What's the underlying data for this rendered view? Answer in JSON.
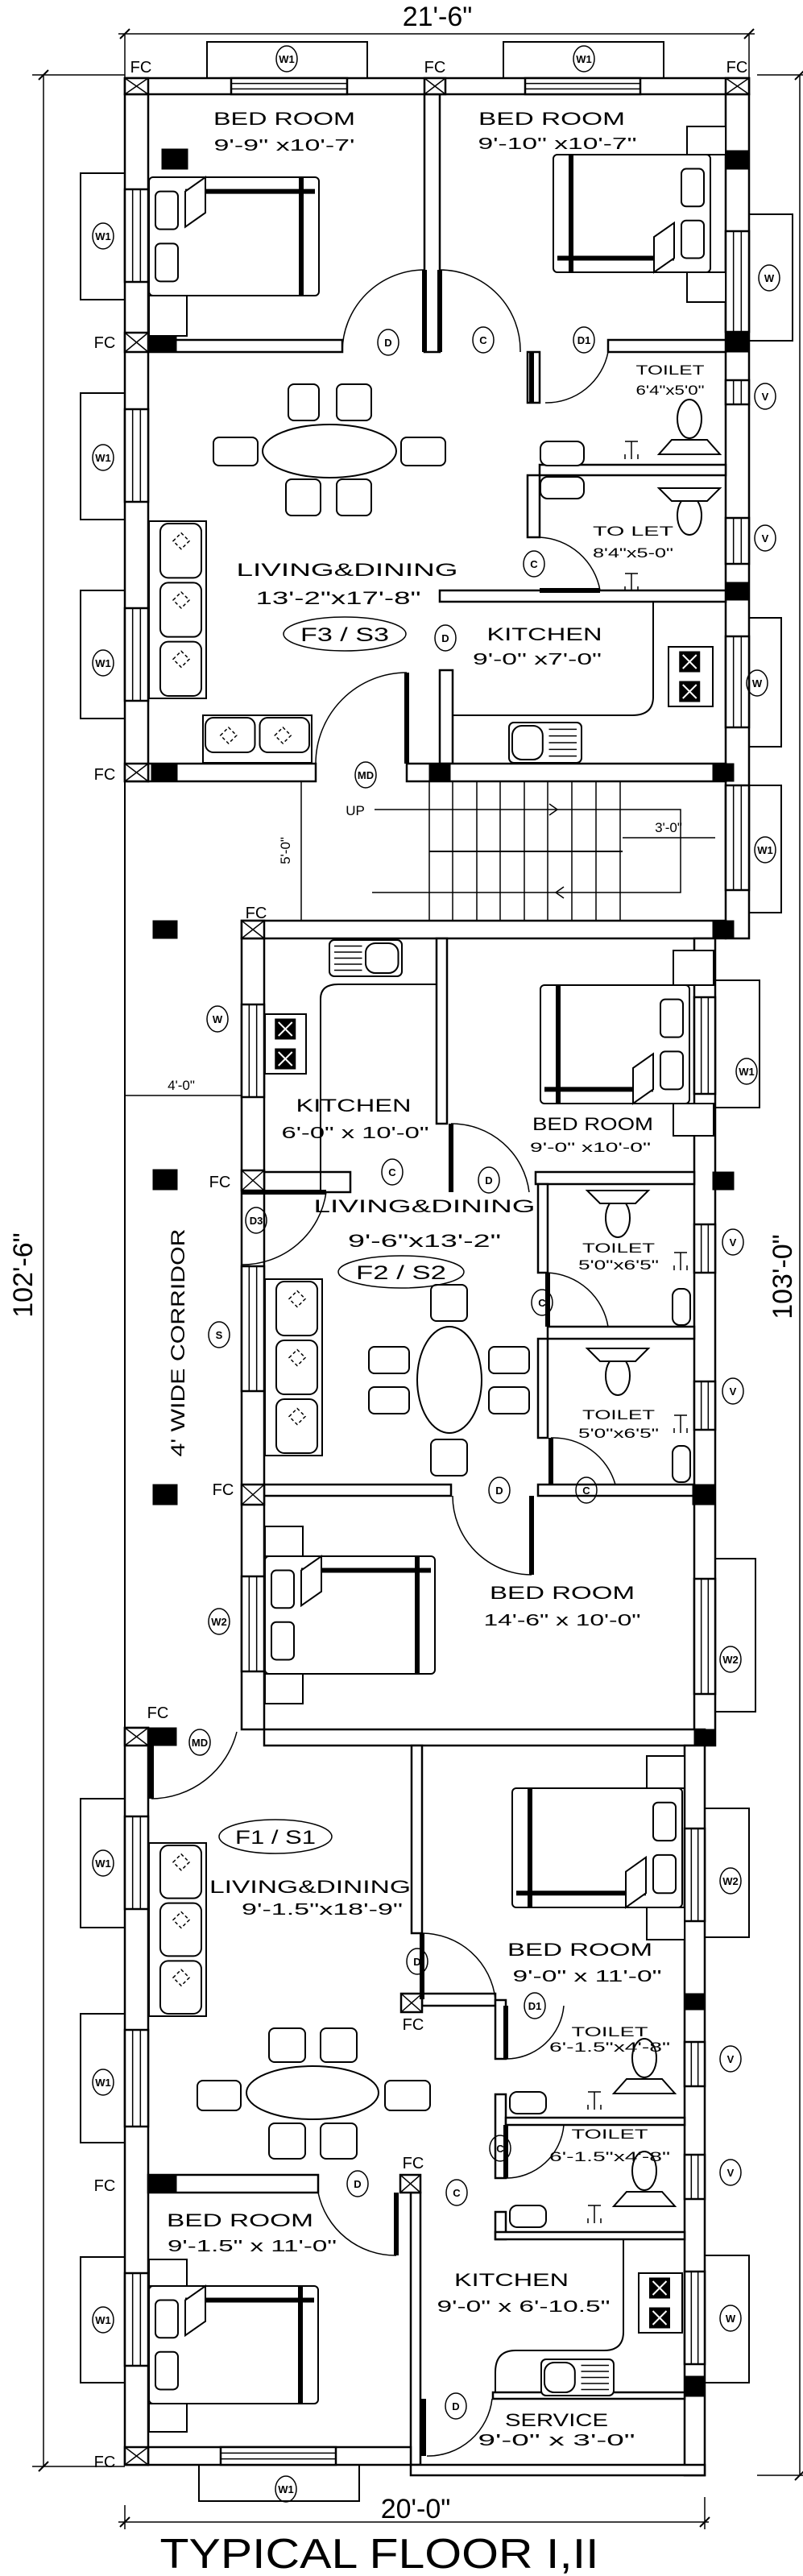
{
  "title": "TYPICAL FLOOR I,II",
  "dimensions": {
    "top": "21'-6\"",
    "bottom": "20'-0\"",
    "left": "102'-6\"",
    "right": "103'-0\"",
    "corridor": "4'-0\"",
    "stair_width": "3'-0\"",
    "stair_landing": "5'-0\""
  },
  "labels": {
    "fc": "FC",
    "stair_up": "UP",
    "corridor": "4' WIDE CORRIDOR"
  },
  "openings": {
    "W1": "W1",
    "W": "W",
    "V": "V",
    "D": "D",
    "C": "C",
    "D1": "D1",
    "MD": "MD",
    "D3": "D3",
    "S": "S",
    "W2": "W2"
  },
  "units": {
    "f3": {
      "tag": "F3 / S3",
      "bedroom_left": {
        "name": "BED ROOM",
        "size": "9'-9\" x10'-7'"
      },
      "bedroom_right": {
        "name": "BED ROOM",
        "size": "9'-10\" x10'-7\""
      },
      "toilet_1": {
        "name": "TOILET",
        "size": "6'4\"x5'0\""
      },
      "toilet_2": {
        "name": "TO LET",
        "size": "8'4\"x5-0\""
      },
      "living": {
        "name": "LIVING&DINING",
        "size": "13'-2\"x17'-8\""
      },
      "kitchen": {
        "name": "KITCHEN",
        "size": "9'-0\" x7'-0\""
      }
    },
    "f2": {
      "tag": "F2 / S2",
      "kitchen": {
        "name": "KITCHEN",
        "size": "6'-0\" x 10'-0\""
      },
      "bedroom_small": {
        "name": "BED ROOM",
        "size": "9'-0\" x10'-0\""
      },
      "living": {
        "name": "LIVING&DINING",
        "size": "9'-6\"x13'-2\""
      },
      "toilet_1": {
        "name": "TOILET",
        "size": "5'0\"x6'5\""
      },
      "toilet_2": {
        "name": "TOILET",
        "size": "5'0\"x6'5\""
      },
      "bedroom_large": {
        "name": "BED ROOM",
        "size": "14'-6\" x 10'-0\""
      }
    },
    "f1": {
      "tag": "F1 / S1",
      "living": {
        "name": "LIVING&DINING",
        "size": "9'-1.5\"x18'-9\""
      },
      "bedroom_right": {
        "name": "BED ROOM",
        "size": "9'-0\" x 11'-0\""
      },
      "toilet_1": {
        "name": "TOILET",
        "size": "6'-1.5\"x4'-8\""
      },
      "toilet_2": {
        "name": "TOILET",
        "size": "6'-1.5\"x4'-8\""
      },
      "bedroom_left": {
        "name": "BED ROOM",
        "size": "9'-1.5\" x 11'-0\""
      },
      "kitchen": {
        "name": "KITCHEN",
        "size": "9'-0\" x 6'-10.5\""
      },
      "service": {
        "name": "SERVICE",
        "size": "9'-0\" x 3'-0\""
      }
    }
  }
}
